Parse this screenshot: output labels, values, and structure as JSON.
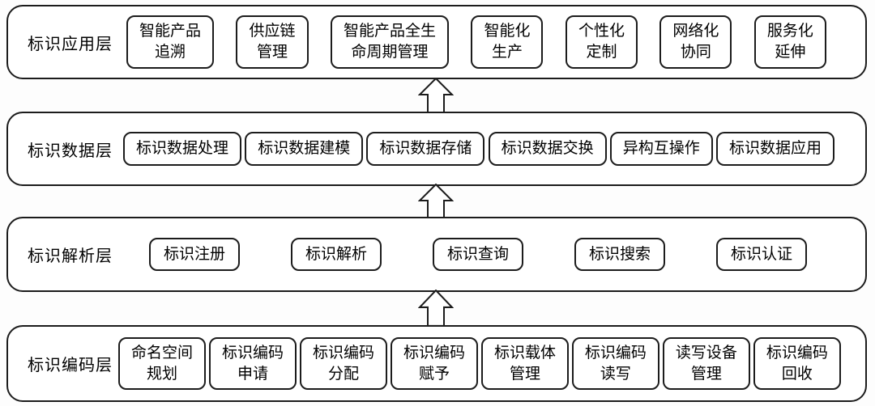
{
  "colors": {
    "border": "#1c1c1c",
    "background": "#ffffff",
    "text": "#000000"
  },
  "layers": [
    {
      "id": "application",
      "label": "标识应用层",
      "boxes": [
        "智能产品\n追溯",
        "供应链\n管理",
        "智能产品全生\n命周期管理",
        "智能化\n生产",
        "个性化\n定制",
        "网络化\n协同",
        "服务化\n延伸"
      ]
    },
    {
      "id": "data",
      "label": "标识数据层",
      "boxes": [
        "标识数据处理",
        "标识数据建模",
        "标识数据存储",
        "标识数据交换",
        "异构互操作",
        "标识数据应用"
      ]
    },
    {
      "id": "resolution",
      "label": "标识解析层",
      "boxes": [
        "标识注册",
        "标识解析",
        "标识查询",
        "标识搜索",
        "标识认证"
      ]
    },
    {
      "id": "coding",
      "label": "标识编码层",
      "boxes": [
        "命名空间\n规划",
        "标识编码\n申请",
        "标识编码\n分配",
        "标识编码\n赋予",
        "标识载体\n管理",
        "标识编码\n读写",
        "读写设备\n管理",
        "标识编码\n回收"
      ]
    }
  ],
  "arrow": {
    "direction": "up",
    "count": 3
  }
}
